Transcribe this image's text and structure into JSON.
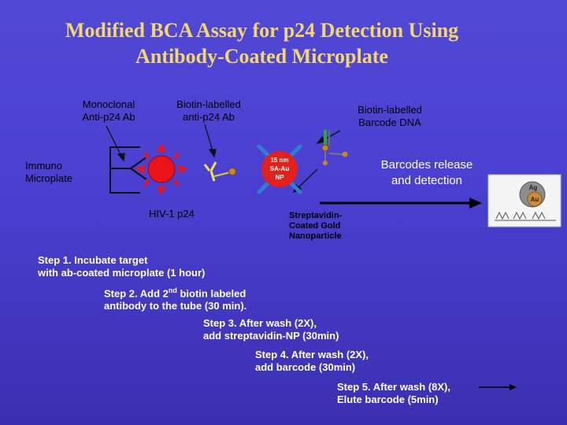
{
  "title": "Modified BCA Assay for p24 Detection Using\nAntibody-Coated Microplate",
  "labels": {
    "monoclonal": "Monoclonal\nAnti-p24 Ab",
    "biotin_ab": "Biotin-labelled\nanti-p24 Ab",
    "biotin_dna": "Biotin-labelled\nBarcode DNA",
    "immuno": "Immuno\nMicroplate",
    "hiv": "HIV-1 p24",
    "np_line1": "15 nm",
    "np_line2": "SA-Au",
    "np_line3": "NP",
    "strep": "Streptavidin-\nCoated Gold\nNanoparticle",
    "release": "Barcodes release\nand detection",
    "ag": "Ag",
    "au": "Au"
  },
  "steps": {
    "s1": "Step 1. Incubate target\nwith ab-coated microplate (1 hour)",
    "s2_prefix": "Step 2. Add 2",
    "s2_sup": "nd",
    "s2_suffix": " biotin labeled\nantibody to the tube (30 min).",
    "s3": "Step 3. After wash (2X),\nadd streptavidin-NP (30min)",
    "s4": "Step 4. After wash (2X),\nadd barcode (30min)",
    "s5": "Step 5. After wash (8X),\nElute barcode (5min)"
  },
  "colors": {
    "title": "#f3d76a",
    "virus": "#e8141a",
    "nanoparticle": "#e2201c",
    "np_cross": "#2d7fd0",
    "dna_green": "#2aa63a"
  }
}
